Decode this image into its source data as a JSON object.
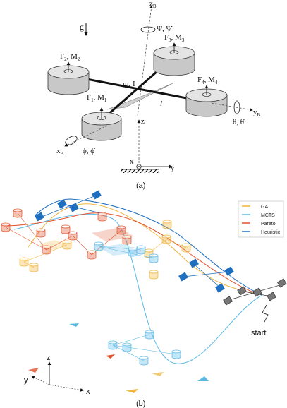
{
  "panel_a": {
    "caption": "(a)",
    "gravity_label": "g",
    "zb_label": "z",
    "zb_sub": "B",
    "yaw_label": "Ψ, Ψ̇",
    "mass_label": "m, I",
    "arm_label": "l",
    "pitch_label": "θ, θ̇",
    "yb_label": "y",
    "yb_sub": "B",
    "xb_label": "x",
    "xb_sub": "B",
    "roll_label": "ϕ, ϕ̇",
    "world_z": "z",
    "world_x": "x",
    "world_y": "y",
    "rotors": [
      {
        "label": "F",
        "sub": "1",
        "label2": ", M",
        "sub2": "1"
      },
      {
        "label": "F",
        "sub": "2",
        "label2": ", M",
        "sub2": "2"
      },
      {
        "label": "F",
        "sub": "3",
        "label2": ", M",
        "sub2": "3"
      },
      {
        "label": "F",
        "sub": "4",
        "label2": ", M",
        "sub2": "4"
      }
    ]
  },
  "panel_b": {
    "caption": "(b)",
    "start_label": "start",
    "axis_z": "z",
    "axis_y": "y",
    "axis_x": "x",
    "legend": [
      {
        "name": "GA",
        "color": "#f0b43c"
      },
      {
        "name": "MCTS",
        "color": "#5ab8e6"
      },
      {
        "name": "Pareto",
        "color": "#e0532d"
      },
      {
        "name": "Heuristic",
        "color": "#1f6fc0"
      }
    ]
  }
}
